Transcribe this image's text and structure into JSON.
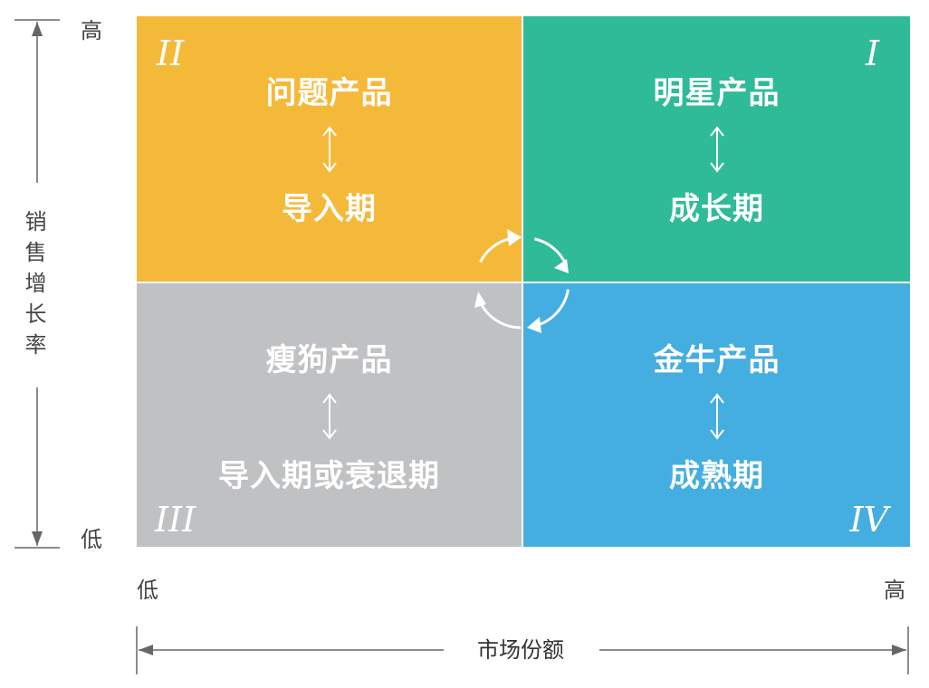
{
  "quadrants": {
    "top_left": {
      "numeral": "II",
      "title": "问题产品",
      "subtitle": "导入期",
      "color": "#f5b93a"
    },
    "top_right": {
      "numeral": "I",
      "title": "明星产品",
      "subtitle": "成长期",
      "color": "#2fbb97"
    },
    "bottom_left": {
      "numeral": "III",
      "title": "瘦狗产品",
      "subtitle": "导入期或衰退期",
      "color": "#c0c1c3"
    },
    "bottom_right": {
      "numeral": "IV",
      "title": "金牛产品",
      "subtitle": "成熟期",
      "color": "#45aee0"
    }
  },
  "y_axis": {
    "title": "销售增长率",
    "high": "高",
    "low": "低"
  },
  "x_axis": {
    "title": "市场份额",
    "low": "低",
    "high": "高"
  }
}
